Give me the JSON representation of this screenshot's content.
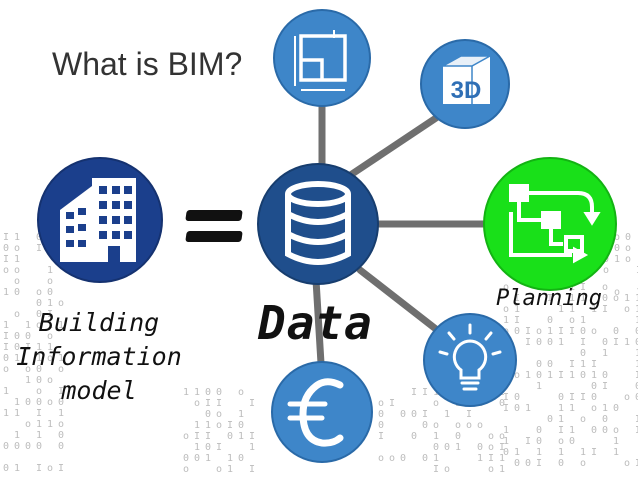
{
  "title": "What is BIM?",
  "equals_symbol": "=",
  "building_label_lines": [
    "Building",
    "Information",
    "model"
  ],
  "data_label": "Data",
  "planning_label": "Planning",
  "icon_3d_text": "3D",
  "colors": {
    "node_blue": "#3e86c9",
    "node_blue_dark": "#2a6aa8",
    "building_navy": "#1b3f8c",
    "data_navy": "#1f4e8c",
    "planning_green": "#19e019",
    "connector_gray": "#6f6f6f"
  },
  "icons": [
    "building-icon",
    "database-icon",
    "floor-plan-icon",
    "cube-3d-icon",
    "flowchart-icon",
    "lightbulb-icon",
    "euro-icon"
  ]
}
